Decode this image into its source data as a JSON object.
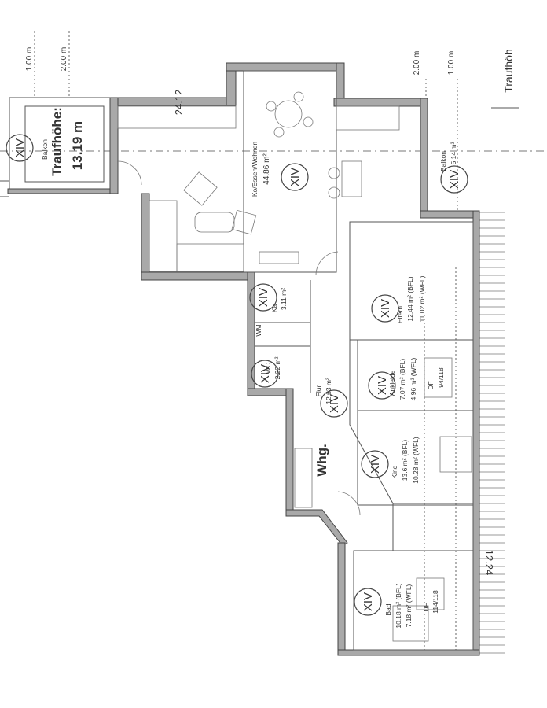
{
  "dimensions": {
    "top_left_1": "1.00 m",
    "top_left_2": "2.00 m",
    "top_right_1": "2.00 m",
    "top_right_2": "1.00 m",
    "eaves_right": "Traufhöh",
    "wall_length_top": "24.12",
    "wall_length_right": "12.24"
  },
  "eaves_height": {
    "label": "Traufhöhe:",
    "value": "13.19 m"
  },
  "unit_label": "Whg.",
  "unit_number": "XIV",
  "rooms": [
    {
      "name": "Balkon",
      "unit": "XIV"
    },
    {
      "name": "Ko/Essen/Wohnen",
      "area": "44.86 m²",
      "unit": "XIV"
    },
    {
      "name": "Balkon",
      "area": "5.14 m²",
      "unit": "XIV"
    },
    {
      "name": "Ka",
      "area": "3.11 m²",
      "unit": "XIV",
      "fixture": "WM"
    },
    {
      "name": "WC",
      "area": "2.22 m²",
      "unit": "XIV"
    },
    {
      "name": "Flur",
      "area": "12.63 m²",
      "unit": "XIV"
    },
    {
      "name": "Eltern",
      "area_bfl": "12.44 m² (BFL)",
      "area_wfl": "11.02 m² (WFL)",
      "unit": "XIV"
    },
    {
      "name": "Ankleide",
      "area_bfl": "7.07 m² (BFL)",
      "area_wfl": "4.96 m² (WFL)",
      "unit": "XIV",
      "window": "DF",
      "window_size": "94/118"
    },
    {
      "name": "Kind",
      "area_bfl": "13.6 m² (BFL)",
      "area_wfl": "10.28 m² (WFL)",
      "unit": "XIV"
    },
    {
      "name": "Bad",
      "area_bfl": "10.18 m² (BFL)",
      "area_wfl": "7.18 m² (WFL)",
      "unit": "XIV",
      "window": "DF",
      "window_size": "114/118"
    }
  ],
  "colors": {
    "wall": "#a9a9a9",
    "line": "#555555",
    "background": "#ffffff"
  }
}
